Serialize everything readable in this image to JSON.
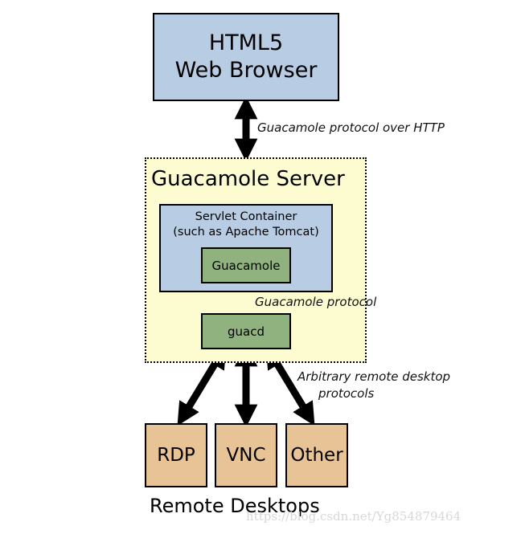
{
  "browser": {
    "line1": "HTML5",
    "line2": "Web Browser"
  },
  "server": {
    "title": "Guacamole Server",
    "servlet_line1": "Servlet Container",
    "servlet_line2": "(such as Apache Tomcat)",
    "guacamole": "Guacamole",
    "guacd": "guacd"
  },
  "labels": {
    "http": "Guacamole protocol over HTTP",
    "guac": "Guacamole protocol",
    "arbitrary_line1": "Arbitrary remote desktop",
    "arbitrary_line2": "protocols"
  },
  "remote": {
    "items": [
      "RDP",
      "VNC",
      "Other"
    ],
    "title": "Remote Desktops"
  },
  "watermark": "https://blog.csdn.net/Yg854879464",
  "colors": {
    "blue_box": "#b8cce4",
    "server_bg": "#fdfbd0",
    "green_box": "#8fb27e",
    "remote_box": "#e8c396"
  }
}
